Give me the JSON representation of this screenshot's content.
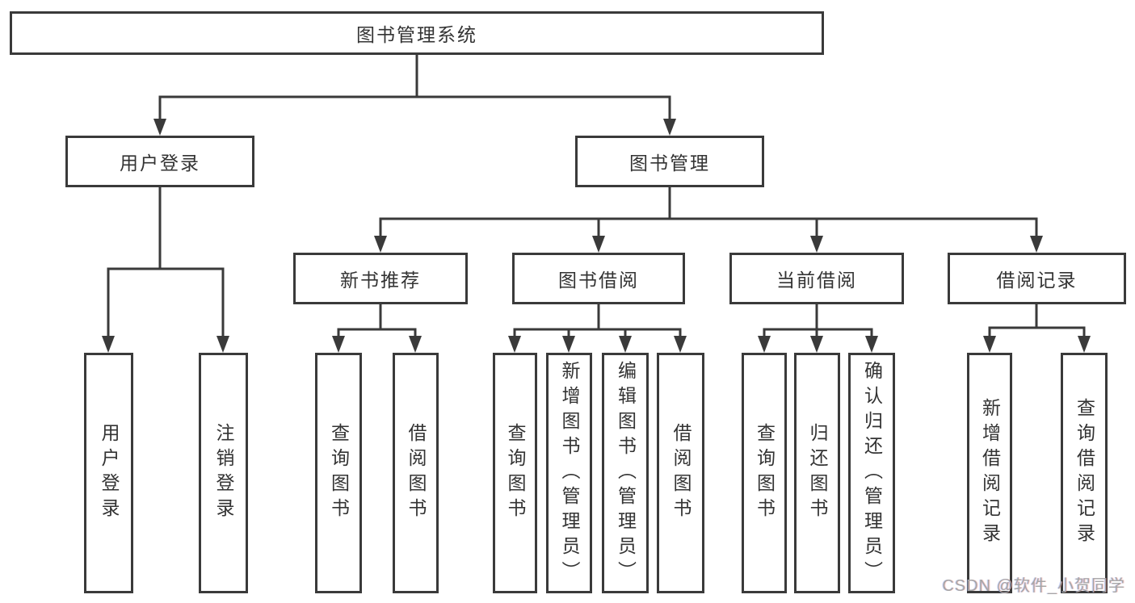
{
  "tree": {
    "root": {
      "label": "图书管理系统"
    },
    "branches": [
      {
        "label": "用户登录",
        "children": [
          {
            "label": "用户登录"
          },
          {
            "label": "注销登录"
          }
        ]
      },
      {
        "label": "图书管理",
        "children": [
          {
            "label": "新书推荐",
            "children": [
              {
                "label": "查询图书"
              },
              {
                "label": "借阅图书"
              }
            ]
          },
          {
            "label": "图书借阅",
            "children": [
              {
                "label": "查询图书"
              },
              {
                "label": "新增图书（管理员）"
              },
              {
                "label": "编辑图书（管理员）"
              },
              {
                "label": "借阅图书"
              }
            ]
          },
          {
            "label": "当前借阅",
            "children": [
              {
                "label": "查询图书"
              },
              {
                "label": "归还图书"
              },
              {
                "label": "确认归还（管理员）"
              }
            ]
          },
          {
            "label": "借阅记录",
            "children": [
              {
                "label": "新增借阅记录"
              },
              {
                "label": "查询借阅记录"
              }
            ]
          }
        ]
      }
    ]
  },
  "watermark": "CSDN @软件_小贺同学",
  "colors": {
    "line": "#3a3a3a",
    "box_border": "#3a3a3a",
    "text": "#333333",
    "watermark": "#a6a6a6",
    "background": "#ffffff"
  }
}
